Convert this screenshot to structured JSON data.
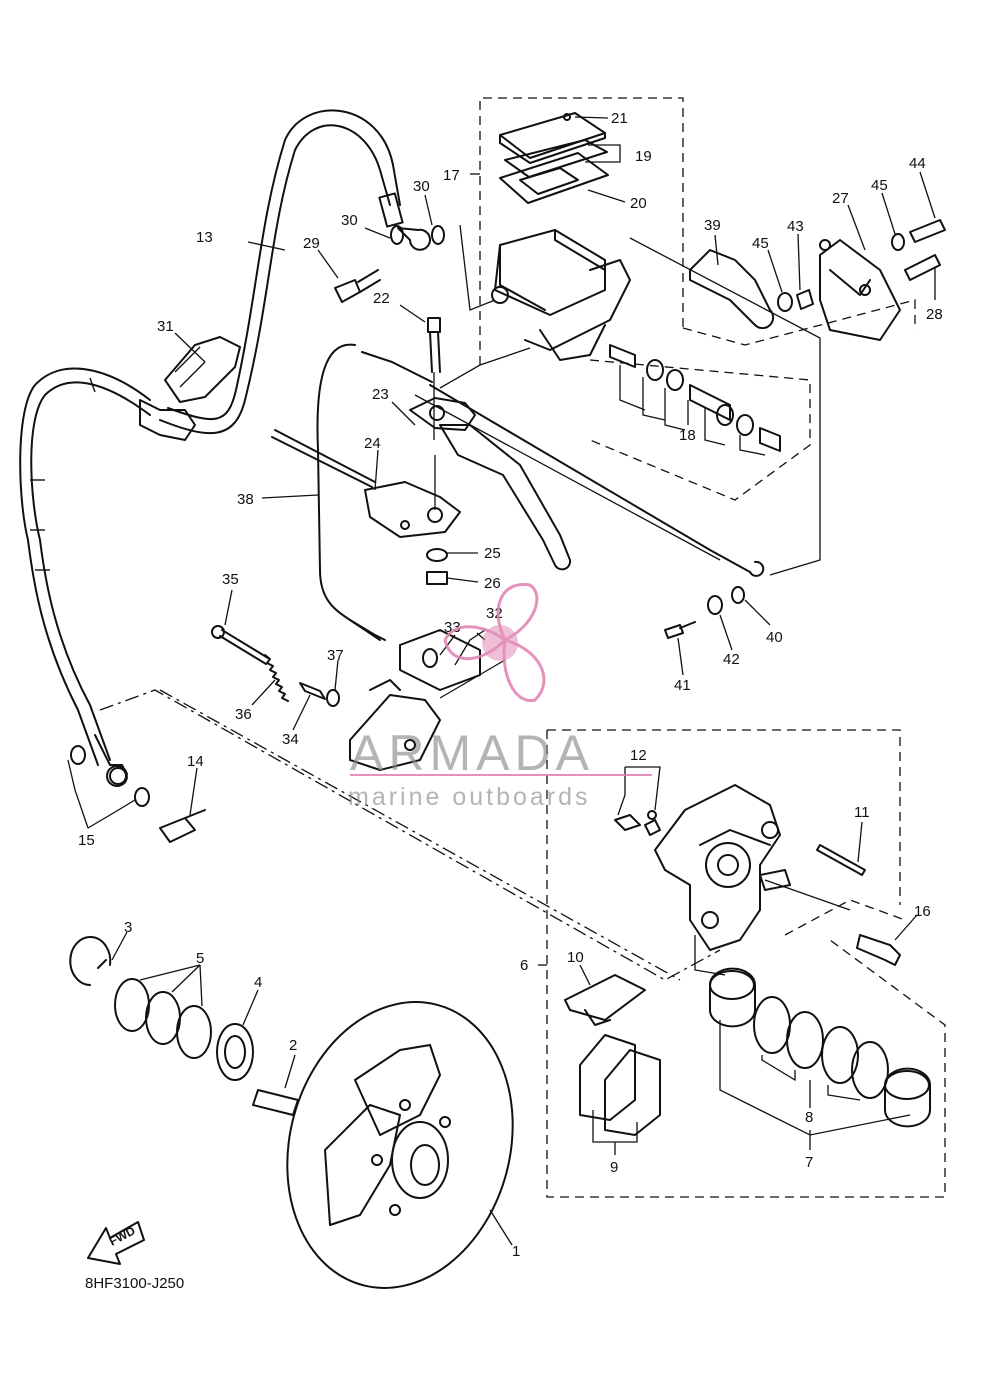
{
  "diagram_code": "8HF3100-J250",
  "fwd_label": "FWD",
  "watermark": {
    "brand": "ARMADA",
    "tagline": "marine outboards",
    "accent_color": "#e080b0"
  },
  "callouts": [
    "1",
    "2",
    "3",
    "4",
    "5",
    "6",
    "7",
    "8",
    "9",
    "10",
    "11",
    "12",
    "13",
    "14",
    "15",
    "16",
    "17",
    "18",
    "19",
    "20",
    "21",
    "22",
    "23",
    "24",
    "25",
    "26",
    "27",
    "28",
    "29",
    "30",
    "30",
    "31",
    "32",
    "33",
    "34",
    "35",
    "36",
    "37",
    "38",
    "39",
    "40",
    "41",
    "42",
    "43",
    "44",
    "45",
    "45"
  ]
}
